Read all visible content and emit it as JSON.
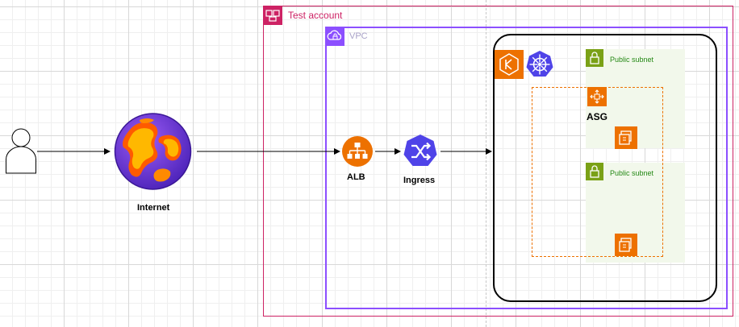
{
  "account": {
    "label": "Test account",
    "color": "#cd2264"
  },
  "vpc": {
    "label": "VPC",
    "color": "#8c4fff"
  },
  "nodes": {
    "internet": {
      "label": "Internet"
    },
    "alb": {
      "label": "ALB",
      "color": "#ed7100"
    },
    "ingress": {
      "label": "Ingress",
      "color": "#4f43e8"
    },
    "asg": {
      "label": "ASG",
      "color": "#ed7100"
    }
  },
  "subnets": [
    {
      "label": "Public subnet",
      "color": "#7aa116"
    },
    {
      "label": "Public subnet",
      "color": "#7aa116"
    }
  ],
  "icons": [
    "user-icon",
    "globe-icon",
    "alb-icon",
    "ingress-icon",
    "eks-icon",
    "kubernetes-icon",
    "ec2-icon",
    "subnet-lock-icon",
    "auto-scaling-icon",
    "account-icon",
    "vpc-icon"
  ],
  "edges": [
    {
      "from": "user",
      "to": "internet"
    },
    {
      "from": "internet",
      "to": "alb"
    },
    {
      "from": "alb",
      "to": "ingress"
    },
    {
      "from": "ingress",
      "to": "cluster"
    }
  ]
}
